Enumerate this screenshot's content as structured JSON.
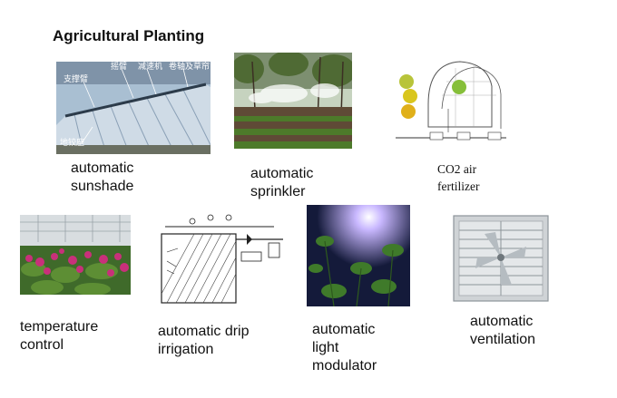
{
  "title": "Agricultural Planting",
  "sunshade": {
    "caption": "automatic\nsunshade",
    "labels": [
      "支撑臂",
      "摇臂",
      "减速机",
      "卷轴及草帘",
      "地铰座"
    ]
  },
  "sprinkler": {
    "caption": "automatic\nsprinkler"
  },
  "co2": {
    "caption": "CO2 air\nfertilizer"
  },
  "temperature": {
    "caption": "temperature\ncontrol"
  },
  "drip": {
    "caption": "automatic   drip\nirrigation"
  },
  "light": {
    "caption": "automatic\nlight\nmodulator"
  },
  "ventilation": {
    "caption": "automatic\nventilation"
  },
  "colors": {
    "sky": "#b9c9d8",
    "foliage": "#4f7a2e",
    "orchid": "#c8307a",
    "night": "#141a3a"
  }
}
